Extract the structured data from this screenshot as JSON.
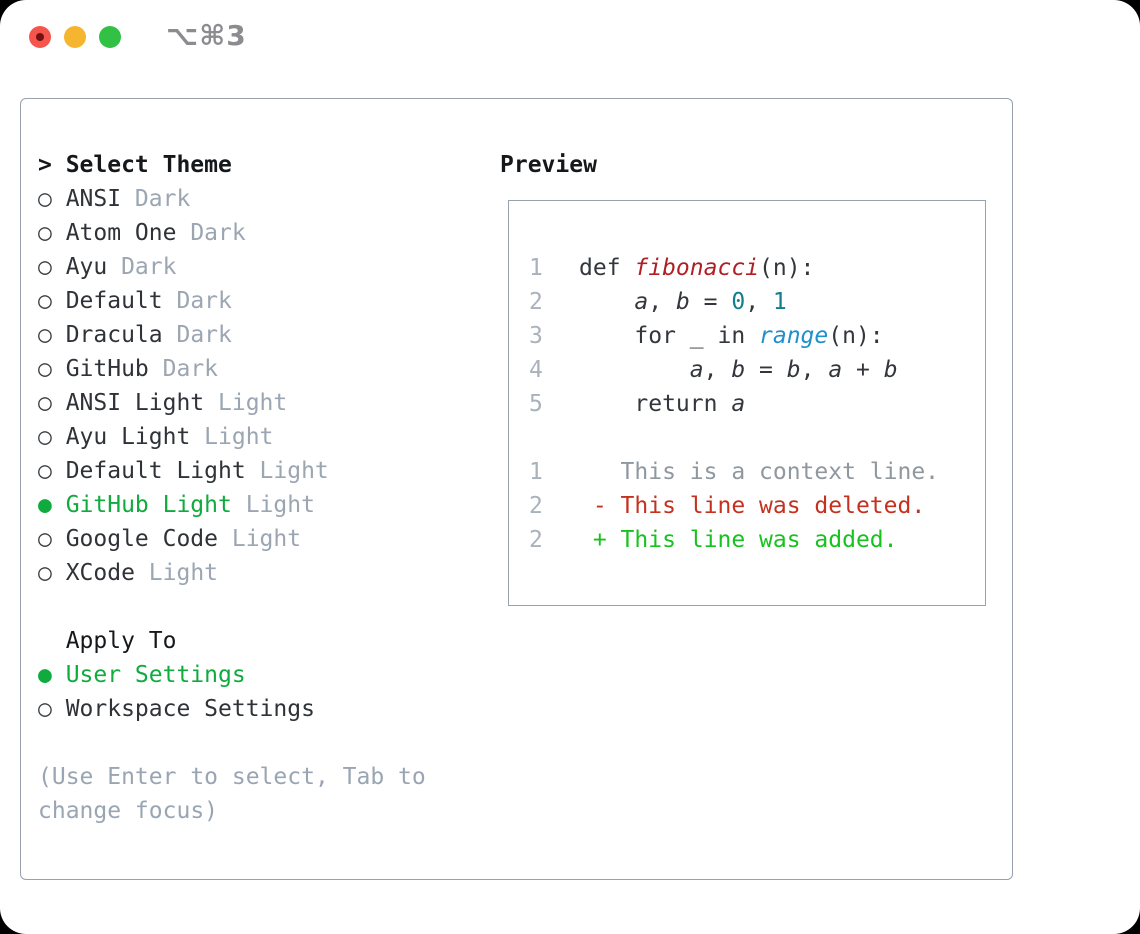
{
  "window": {
    "title": "⌥⌘3",
    "traffic_lights": [
      "close-edited",
      "minimize",
      "zoom"
    ]
  },
  "theme_picker": {
    "header_prefix": ">",
    "header": "Select Theme",
    "items": [
      {
        "name": "ANSI",
        "variant": "Dark",
        "selected": false
      },
      {
        "name": "Atom One",
        "variant": "Dark",
        "selected": false
      },
      {
        "name": "Ayu",
        "variant": "Dark",
        "selected": false
      },
      {
        "name": "Default",
        "variant": "Dark",
        "selected": false
      },
      {
        "name": "Dracula",
        "variant": "Dark",
        "selected": false
      },
      {
        "name": "GitHub",
        "variant": "Dark",
        "selected": false
      },
      {
        "name": "ANSI Light",
        "variant": "Light",
        "selected": false
      },
      {
        "name": "Ayu Light",
        "variant": "Light",
        "selected": false
      },
      {
        "name": "Default Light",
        "variant": "Light",
        "selected": false
      },
      {
        "name": "GitHub Light",
        "variant": "Light",
        "selected": true
      },
      {
        "name": "Google Code",
        "variant": "Light",
        "selected": false
      },
      {
        "name": "XCode",
        "variant": "Light",
        "selected": false
      }
    ],
    "radio_selected_glyph": "●",
    "radio_unselected_glyph": "○",
    "apply_to": {
      "header": "Apply To",
      "options": [
        {
          "name": "User Settings",
          "selected": true
        },
        {
          "name": "Workspace Settings",
          "selected": false
        }
      ]
    },
    "hint": "(Use Enter to select, Tab to change focus)"
  },
  "preview": {
    "header": "Preview",
    "code_lines": [
      {
        "num": "1",
        "tokens": [
          {
            "text": "def ",
            "style": "plain"
          },
          {
            "text": "fibonacci",
            "style": "func"
          },
          {
            "text": "(n):",
            "style": "plain"
          }
        ]
      },
      {
        "num": "2",
        "tokens": [
          {
            "text": "    ",
            "style": "plain"
          },
          {
            "text": "a",
            "style": "var"
          },
          {
            "text": ", ",
            "style": "plain"
          },
          {
            "text": "b",
            "style": "var"
          },
          {
            "text": " = ",
            "style": "plain"
          },
          {
            "text": "0",
            "style": "num"
          },
          {
            "text": ", ",
            "style": "plain"
          },
          {
            "text": "1",
            "style": "num"
          }
        ]
      },
      {
        "num": "3",
        "tokens": [
          {
            "text": "    for _ in ",
            "style": "plain"
          },
          {
            "text": "range",
            "style": "builtin"
          },
          {
            "text": "(n):",
            "style": "plain"
          }
        ]
      },
      {
        "num": "4",
        "tokens": [
          {
            "text": "        ",
            "style": "plain"
          },
          {
            "text": "a",
            "style": "var"
          },
          {
            "text": ", ",
            "style": "plain"
          },
          {
            "text": "b",
            "style": "var"
          },
          {
            "text": " = ",
            "style": "plain"
          },
          {
            "text": "b",
            "style": "var"
          },
          {
            "text": ", ",
            "style": "plain"
          },
          {
            "text": "a",
            "style": "var"
          },
          {
            "text": " + ",
            "style": "plain"
          },
          {
            "text": "b",
            "style": "var"
          }
        ]
      },
      {
        "num": "5",
        "tokens": [
          {
            "text": "    return ",
            "style": "plain"
          },
          {
            "text": "a",
            "style": "var"
          }
        ]
      },
      {
        "num": "",
        "tokens": []
      },
      {
        "num": "1",
        "tokens": [
          {
            "text": "   This is a context line.",
            "style": "context"
          }
        ]
      },
      {
        "num": "2",
        "tokens": [
          {
            "text": " - This line was deleted.",
            "style": "removed"
          }
        ]
      },
      {
        "num": "2",
        "tokens": [
          {
            "text": " + This line was added.",
            "style": "added"
          }
        ]
      }
    ]
  },
  "colors": {
    "selection_green": "#10ab3e",
    "added_green": "#18c21e",
    "removed_red": "#c5311f",
    "function_red": "#b01f24",
    "number_teal": "#137e8b",
    "builtin_blue": "#2090cc",
    "muted_gray": "#9ba6b2",
    "border_gray": "#98a1ac",
    "traffic_red": "#f6554e",
    "traffic_yellow": "#f5b52e",
    "traffic_green": "#32c144"
  }
}
